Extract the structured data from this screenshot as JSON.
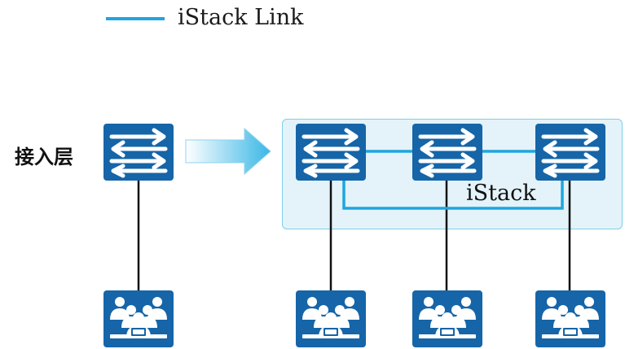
{
  "legend": {
    "label": "iStack Link",
    "color": "#1ea6e0"
  },
  "layer_label": "接入层",
  "stack_label": "iStack",
  "colors": {
    "device_blue": "#1565a8",
    "link": "#1ea6e0",
    "stack_bg": "#e3f3f9"
  },
  "icons": {
    "switch": "switch-icon",
    "users": "user-group-icon",
    "arrow": "transition-arrow-icon"
  }
}
